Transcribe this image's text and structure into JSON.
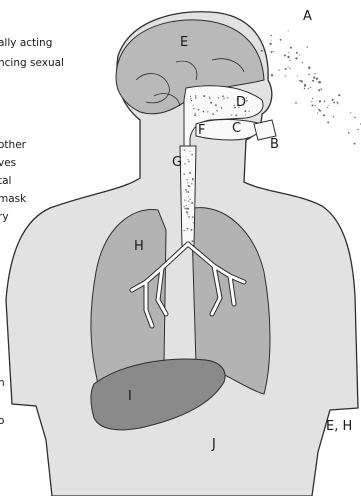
{
  "side_text_lines": [
    "ally acting",
    "ncing sexual",
    "other",
    "ves",
    "tal",
    "mask",
    "ry",
    "n",
    "o"
  ],
  "labels": {
    "A": "A",
    "B": "B",
    "C": "C",
    "D": "D",
    "E": "E",
    "F": "F",
    "G": "G",
    "H": "H",
    "I": "I",
    "J": "J",
    "EH": "E, H"
  },
  "colors": {
    "body": "#e2e2e2",
    "brain": "#b9b9b9",
    "nasal": "#fafafa",
    "lungs": "#b3b3b3",
    "liver": "#8a8a8a",
    "outline": "#2e2e2e"
  }
}
